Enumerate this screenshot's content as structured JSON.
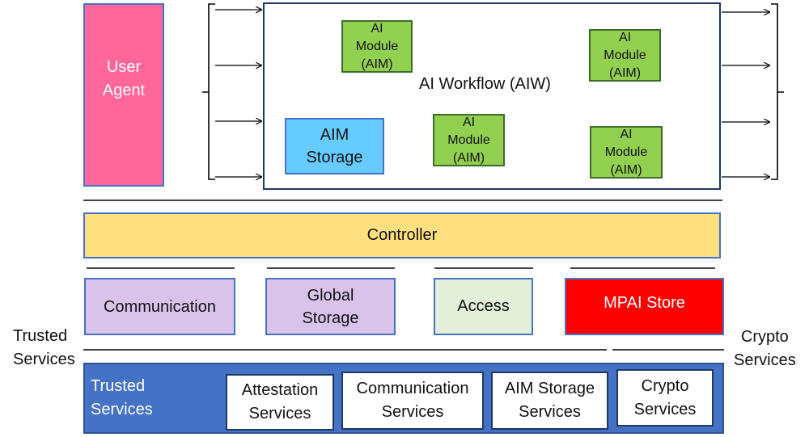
{
  "user_agent": {
    "line1": "User",
    "line2": "Agent"
  },
  "workflow": {
    "label": "AI Workflow (AIW)"
  },
  "aim_modules": [
    {
      "line1": "AI",
      "line2": "Module",
      "line3": "(AIM)"
    },
    {
      "line1": "AI",
      "line2": "Module",
      "line3": "(AIM)"
    },
    {
      "line1": "AI",
      "line2": "Module",
      "line3": "(AIM)"
    },
    {
      "line1": "AI",
      "line2": "Module",
      "line3": "(AIM)"
    }
  ],
  "aim_storage": {
    "line1": "AIM",
    "line2": "Storage"
  },
  "controller": {
    "label": "Controller"
  },
  "middle_row": {
    "communication": "Communication",
    "global_storage": {
      "line1": "Global",
      "line2": "Storage"
    },
    "access": "Access",
    "mpai_store": "MPAI Store"
  },
  "side_labels": {
    "left": {
      "line1": "Trusted",
      "line2": "Services"
    },
    "right": {
      "line1": "Crypto",
      "line2": "Services"
    }
  },
  "trusted_services": {
    "title": {
      "line1": "Trusted",
      "line2": "Services"
    },
    "items": [
      {
        "line1": "Attestation",
        "line2": "Services"
      },
      {
        "line1": "Communication",
        "line2": "Services"
      },
      {
        "line1": "AIM Storage",
        "line2": "Services"
      },
      {
        "line1": "Crypto",
        "line2": "Services"
      }
    ]
  },
  "colors": {
    "user_agent": "#ff6699",
    "aim_module": "#92d050",
    "aim_storage": "#66ccff",
    "controller": "#ffe080",
    "purple_box": "#d9c3ea",
    "access": "#e2efd9",
    "mpai_store": "#ff0000",
    "trusted_bar": "#4472c4",
    "border": "#4472c4"
  }
}
